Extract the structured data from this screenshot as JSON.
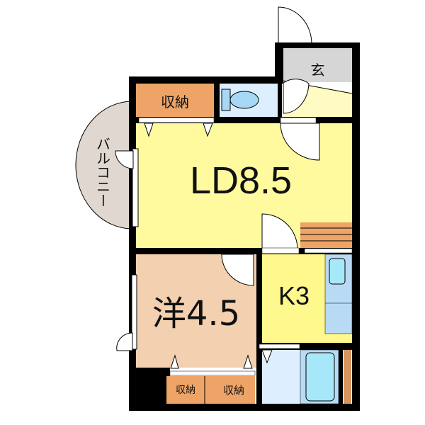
{
  "floorplan": {
    "colors": {
      "ld": "#FFFA9E",
      "kitchen": "#FFF88C",
      "western_room": "#F2D0B0",
      "storage": "#EDA466",
      "entrance": "#D6D6D6",
      "entrance_floor": "#FFFBC2",
      "wet_area": "#DDEEFF",
      "fixture": "#A6E8FA",
      "balcony": "#E0D8D0",
      "wall": "#000000"
    },
    "rooms": {
      "ld": {
        "name": "LD",
        "size": "8.5",
        "label": "LD8.5"
      },
      "western": {
        "name": "洋",
        "size": "4.5",
        "label": "洋4.5"
      },
      "kitchen": {
        "name": "K",
        "size": "3",
        "label": "K3"
      },
      "entrance": {
        "label": "玄"
      },
      "balcony": {
        "label": "バルコニー"
      },
      "storage_top": {
        "label": "収納"
      },
      "storage_bottom_left": {
        "label": "収納"
      },
      "storage_bottom_right": {
        "label": "収納"
      }
    }
  }
}
